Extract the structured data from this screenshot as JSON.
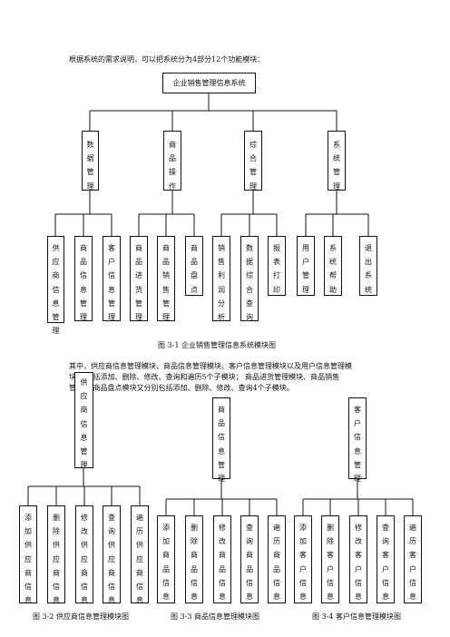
{
  "intro": "根据系统的需求说明，可以把系统分为4部分12个功能模块：",
  "fig1": {
    "root": "企业销售管理信息系统",
    "groups": [
      "数据管理",
      "商品操作",
      "综合管理",
      "系统管理"
    ],
    "leaves": [
      "供应商信息管理",
      "商品信息管理",
      "客户信息管理",
      "商品进货管理",
      "商品销售管理",
      "商品盘点",
      "销售利润分析",
      "数据综合查询",
      "报表打印",
      "用户管理",
      "系统帮助",
      "退出系统"
    ],
    "caption": "图 3-1    企业销售管理信息系统模块图"
  },
  "paragraph": [
    "其中，供应商信息管理模块、商品信息管理模块、客户信息管理模块以及用户信息管理模",
    "块  又包括添加、删除、修改、查询和遍历5个子模块；  商品进货管理模块、商品销售",
    "管  块和商品盘点模块又分别包括添加、删除、修改、查询4个子模块。"
  ],
  "fig2": {
    "root": "供应商信息管理",
    "leaves": [
      "添加供应商信息",
      "删除供应商信息",
      "修改供应商信息",
      "查询供应商信息",
      "遍历供应商信息"
    ],
    "caption": "图 3-2  供应商信息管理模块图"
  },
  "fig3": {
    "root": "商品信息管理",
    "leaves": [
      "添加商品信息",
      "删除商品信息",
      "修改商品信息",
      "查询商品信息",
      "遍历商品信息"
    ],
    "caption": "图 3-3  商品信息管理模块图"
  },
  "fig4": {
    "root": "客户信息管理",
    "leaves": [
      "添加客户信息",
      "删除客户信息",
      "修改客户信息",
      "查询客户信息",
      "遍历客户信息"
    ],
    "caption": "图 3-4  客户信息管理模块图"
  }
}
